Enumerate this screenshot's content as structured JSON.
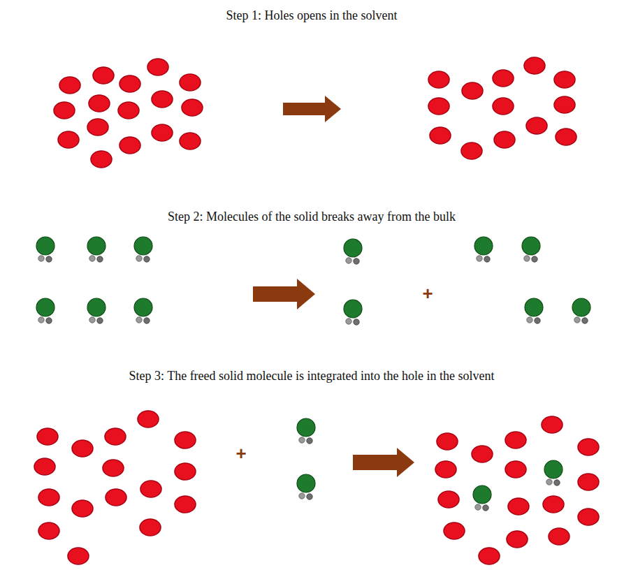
{
  "diagram": {
    "labels": [
      "Step 1: Holes opens in the solvent",
      "Step 2: Molecules of the solid breaks away from the bulk",
      "+",
      "Step 3: The freed solid molecule is integrated into the hole in the solvent",
      "+"
    ]
  }
}
